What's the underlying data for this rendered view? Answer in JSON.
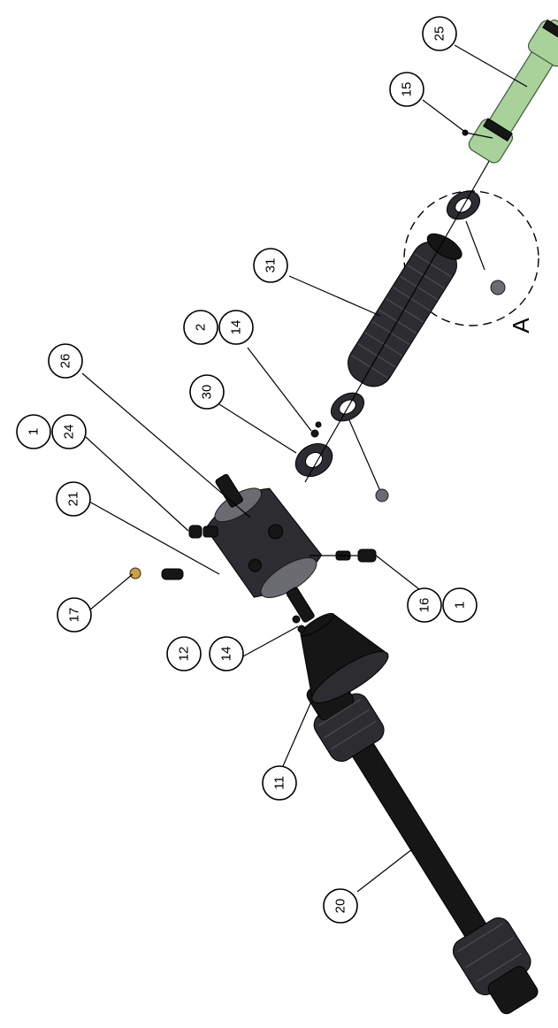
{
  "callouts": [
    {
      "id": "c25",
      "label": "25"
    },
    {
      "id": "c15",
      "label": "15"
    },
    {
      "id": "c31",
      "label": "31"
    },
    {
      "id": "c2",
      "label": "2"
    },
    {
      "id": "c14a",
      "label": "14"
    },
    {
      "id": "c26",
      "label": "26"
    },
    {
      "id": "c30",
      "label": "30"
    },
    {
      "id": "c1a",
      "label": "1"
    },
    {
      "id": "c24",
      "label": "24"
    },
    {
      "id": "c21",
      "label": "21"
    },
    {
      "id": "c17",
      "label": "17"
    },
    {
      "id": "c16",
      "label": "16"
    },
    {
      "id": "c1b",
      "label": "1"
    },
    {
      "id": "c12",
      "label": "12"
    },
    {
      "id": "c14b",
      "label": "14"
    },
    {
      "id": "c11",
      "label": "11"
    },
    {
      "id": "c20",
      "label": "20"
    }
  ],
  "detail_view": {
    "label": "A"
  },
  "colors": {
    "line": "#000000",
    "dark_part": "#2d2d31",
    "green_shaft": "#a8d29a",
    "brass_fitting": "#c9a04a"
  }
}
